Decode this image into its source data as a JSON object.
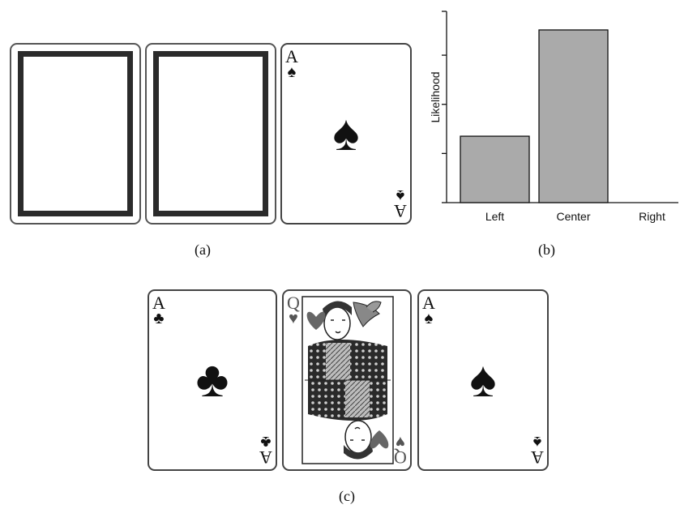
{
  "panel_a": {
    "caption": "(a)",
    "face_card": {
      "rank": "A",
      "suit": "♠"
    }
  },
  "panel_b": {
    "caption": "(b)"
  },
  "panel_c": {
    "caption": "(c)",
    "cards": [
      {
        "rank": "A",
        "suit": "♣"
      },
      {
        "rank": "Q",
        "suit": "♥"
      },
      {
        "rank": "A",
        "suit": "♠"
      }
    ]
  },
  "chart_data": {
    "type": "bar",
    "ylabel": "Likelihood",
    "categories": [
      "Left",
      "Center",
      "Right"
    ],
    "values": [
      0.25,
      0.65,
      0
    ],
    "ylim": [
      0,
      0.72
    ],
    "yticks": [
      0,
      0.185,
      0.37,
      0.555,
      0.72
    ],
    "grid": false,
    "bar_color": "#aaaaaa"
  }
}
